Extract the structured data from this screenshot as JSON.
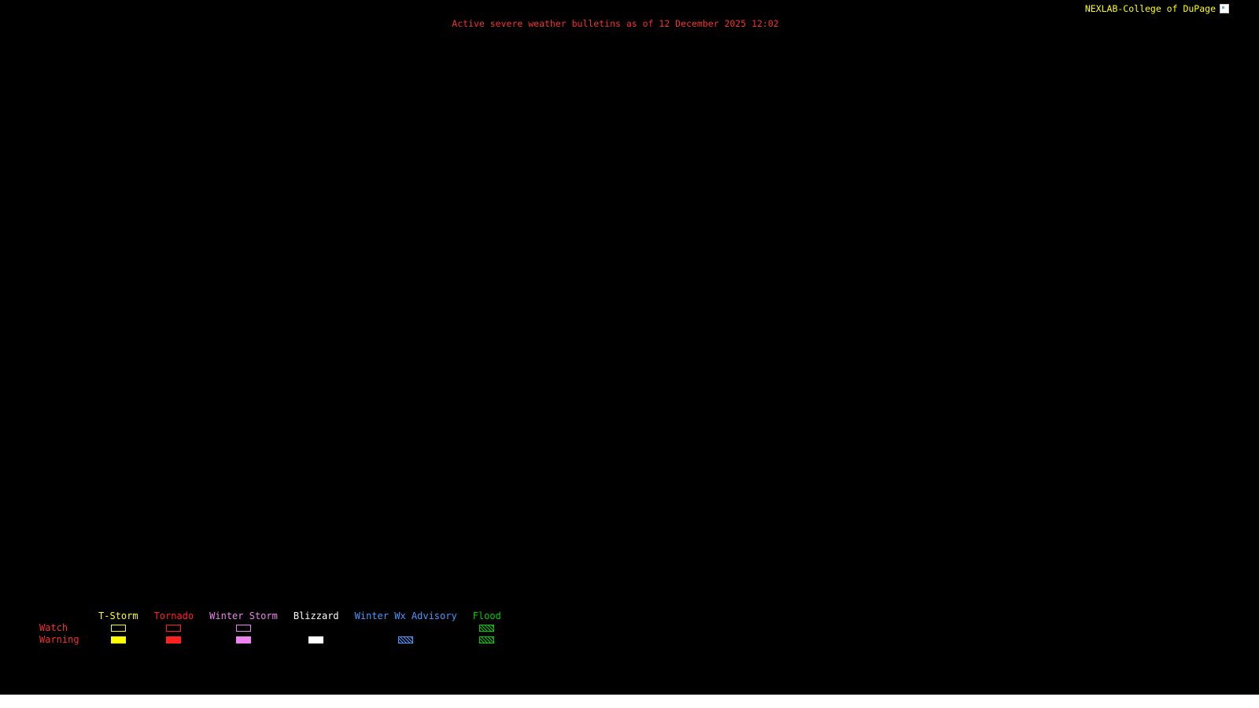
{
  "page": {
    "background_color": "#000000",
    "bottom_strip_color": "#ffffff"
  },
  "header": {
    "bulletin_title": "Active severe weather bulletins as of 12 December 2025 12:02",
    "title_color": "#f23131",
    "brand_label": "NEXLAB-College of DuPage",
    "brand_color": "#ffff00",
    "brand_icon": "image-placeholder-icon"
  },
  "legend": {
    "watch_label": "Watch",
    "warning_label": "Warning",
    "row_label_color": "#f23131",
    "categories": [
      {
        "label": "T-Storm",
        "color": "#ffff00",
        "watch": "outline",
        "warning": "filled"
      },
      {
        "label": "Tornado",
        "color": "#ff2020",
        "watch": "outline",
        "warning": "filled"
      },
      {
        "label": "Winter Storm",
        "color": "#ee82ee",
        "watch": "outline",
        "warning": "filled"
      },
      {
        "label": "Blizzard",
        "color": "#ffffff",
        "watch": "none",
        "warning": "filled"
      },
      {
        "label": "Winter Wx Advisory",
        "color": "#4499ff",
        "watch": "none",
        "warning": "hatched"
      },
      {
        "label": "Flood",
        "color": "#00cc00",
        "watch": "hatched",
        "warning": "hatched"
      }
    ]
  }
}
